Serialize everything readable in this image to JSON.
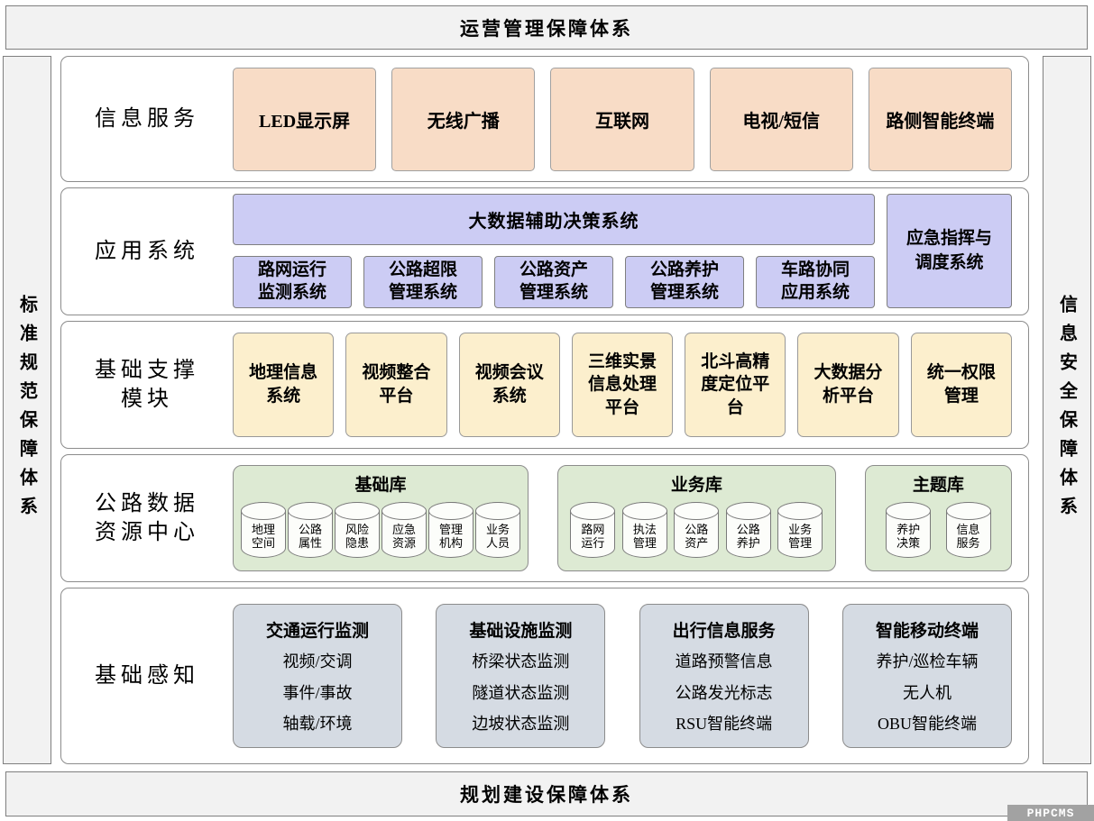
{
  "frame": {
    "top_title": "运营管理保障体系",
    "bottom_title": "规划建设保障体系",
    "left_title": "标准规范保障体系",
    "right_title": "信息安全保障体系"
  },
  "watermark": "PHPCMS",
  "colors": {
    "bar_bg": "#f2f2f2",
    "info_box": "#f8dcc6",
    "app_box": "#ccccf4",
    "support_box": "#fcefcd",
    "db_bg": "#ddead3",
    "sense_bg": "#d5dbe3",
    "watermark_bg": "#a2a2a2"
  },
  "info_service": {
    "label": "信息服务",
    "items": [
      "LED显示屏",
      "无线广播",
      "互联网",
      "电视/短信",
      "路侧智能终端"
    ]
  },
  "app_system": {
    "label": "应用系统",
    "wide_item": "大数据辅助决策系统",
    "items": [
      "路网运行监测系统",
      "公路超限管理系统",
      "公路资产管理系统",
      "公路养护管理系统",
      "车路协同应用系统"
    ],
    "side_item": "应急指挥与调度系统"
  },
  "support": {
    "label": "基础支撑模块",
    "items": [
      "地理信息系统",
      "视频整合平台",
      "视频会议系统",
      "三维实景信息处理平台",
      "北斗高精度定位平台",
      "大数据分析平台",
      "统一权限管理"
    ]
  },
  "data_center": {
    "label": "公路数据资源中心",
    "groups": [
      {
        "title": "基础库",
        "databases": [
          "地理空间",
          "公路属性",
          "风险隐患",
          "应急资源",
          "管理机构",
          "业务人员"
        ]
      },
      {
        "title": "业务库",
        "databases": [
          "路网运行",
          "执法管理",
          "公路资产",
          "公路养护",
          "业务管理"
        ]
      },
      {
        "title": "主题库",
        "databases": [
          "养护决策",
          "信息服务"
        ]
      }
    ]
  },
  "sensing": {
    "label": "基础感知",
    "panels": [
      {
        "title": "交通运行监测",
        "items": [
          "视频/交调",
          "事件/事故",
          "轴载/环境"
        ]
      },
      {
        "title": "基础设施监测",
        "items": [
          "桥梁状态监测",
          "隧道状态监测",
          "边坡状态监测"
        ]
      },
      {
        "title": "出行信息服务",
        "items": [
          "道路预警信息",
          "公路发光标志",
          "RSU智能终端"
        ]
      },
      {
        "title": "智能移动终端",
        "items": [
          "养护/巡检车辆",
          "无人机",
          "OBU智能终端"
        ]
      }
    ]
  }
}
